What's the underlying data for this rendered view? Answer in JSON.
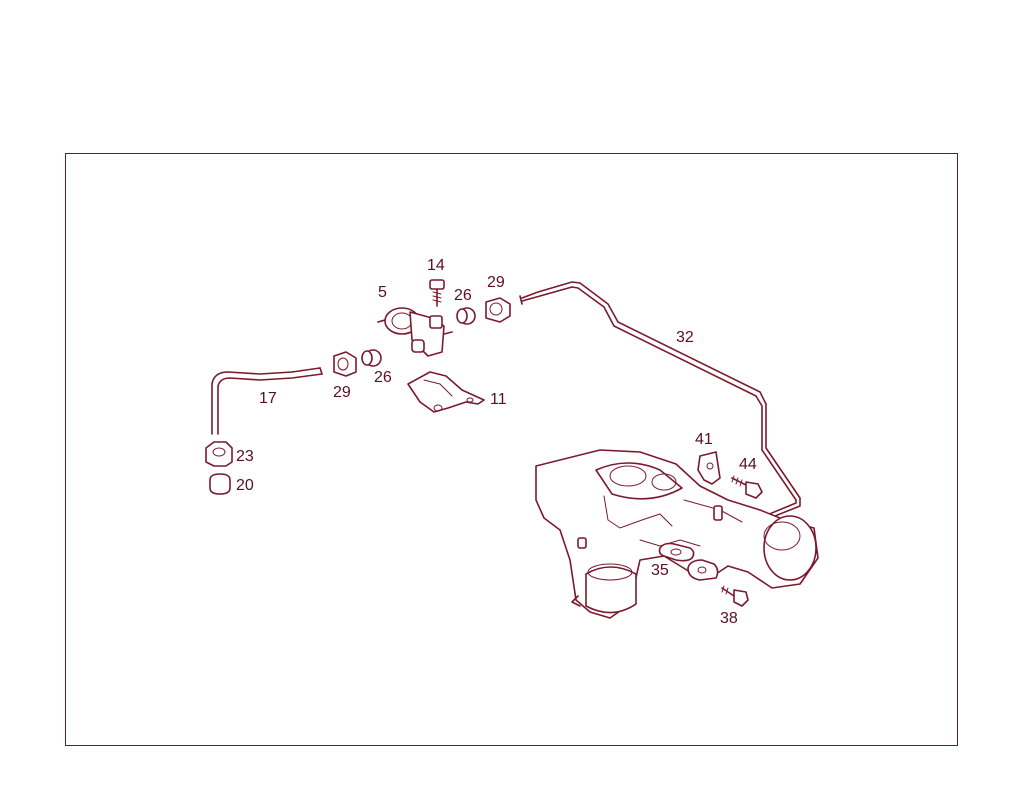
{
  "colors": {
    "line": "#7a1a2e",
    "frame": "#6a1a2c",
    "label": "#5a0f22",
    "background": "#ffffff"
  },
  "labels": {
    "p5": "5",
    "p14": "14",
    "p26a": "26",
    "p29a": "29",
    "p32": "32",
    "p17": "17",
    "p29b": "29",
    "p26b": "26",
    "p11": "11",
    "p23": "23",
    "p20": "20",
    "p41": "41",
    "p44": "44",
    "p35": "35",
    "p38": "38"
  }
}
